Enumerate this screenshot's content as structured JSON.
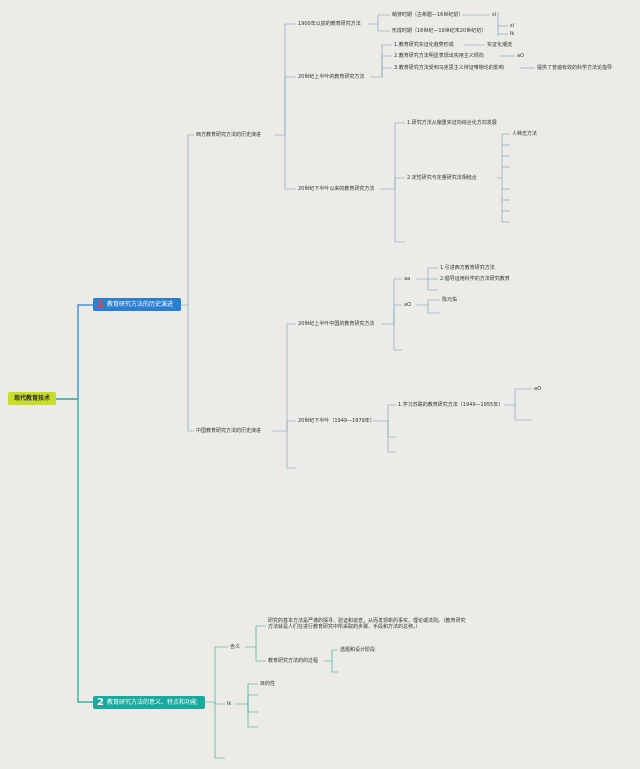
{
  "root": "现代教育技术",
  "branch1": {
    "num": "1",
    "label": "教育研究方法的历史演进",
    "west": {
      "label": "西方教育研究方法的历史演进",
      "pre1900": {
        "label": "1900年以前的教育研究方法",
        "children": [
          "萌芽时期（古希腊—16世纪前）",
          "形成时期（16世纪—19世纪末20世纪初）"
        ],
        "leaf_a": "sl",
        "leaf_b": "sl",
        "leaf_c": "lk"
      },
      "early20": {
        "label": "20世纪上半叶的教育研究方法",
        "children": [
          "1.教育研究实证化趋势形成",
          "2.教育研究方法明显表现出实用主义倾向",
          "3.教育研究方法受到马克思主义辩证唯物论的影响"
        ],
        "leaf_1": "实证化潮流",
        "leaf_2": "aO",
        "leaf_3": "提供了普遍有效的科学方法论指导"
      },
      "late20": {
        "label": "20世纪下半叶以来的教育研究方法",
        "children": [
          "1.研究方法从偏重实证向综合化方向发展",
          "2.定性研究与定量研究法相结合"
        ],
        "leaf": "人种志方法"
      }
    },
    "china": {
      "label": "中国教育研究方法的历史演进",
      "early20": {
        "label": "20世纪上半叶中国的教育研究方法",
        "sub_a": "aa",
        "sub_a_children": [
          "1.引进西方教育研究方法",
          "2.倡导运用科学的方法研究教育"
        ],
        "sub_b": "aO",
        "sub_b_leaf": "陈元佑"
      },
      "late20": {
        "label": "20世纪下半叶（1949—1979年）",
        "child": "1.学习苏联的教育研究方法（1949—1955年）",
        "leaf": "aO"
      }
    }
  },
  "branch2": {
    "num": "2",
    "label": "教育研究方法的意义、特点和功能",
    "meaning": {
      "label": "含义",
      "definition": "研究的基本方法是严谨的探寻、验证和追查，从而发现新的事实、理论或法则。（教育研究方法就是人们在进行教育研究中所采取的步骤、手段和方法的总称。）",
      "process": "教育研究方法的的过程",
      "process_child": "选题和设计阶段"
    },
    "features": {
      "label": "lk",
      "child": "目的性"
    }
  }
}
